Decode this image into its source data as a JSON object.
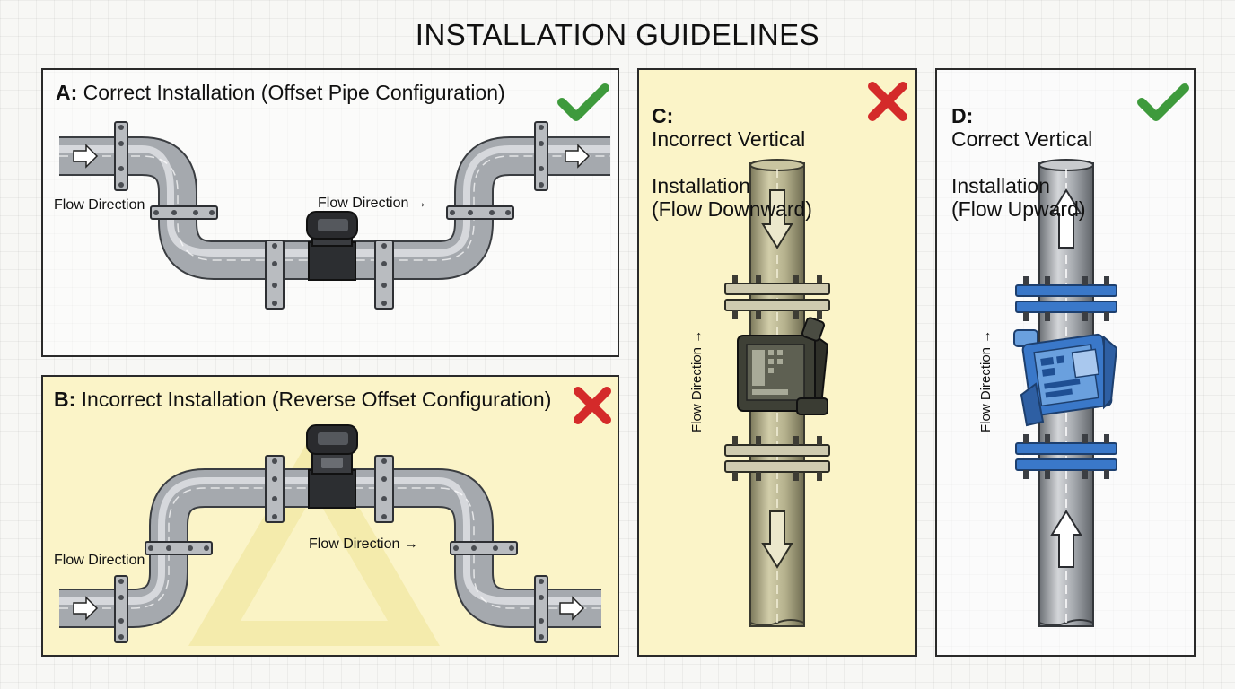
{
  "title": "INSTALLATION GUIDELINES",
  "panels": {
    "a": {
      "letter": "A:",
      "title": "Correct Installation (Offset Pipe Configuration)",
      "status": "correct",
      "flow_left": "Flow Direction",
      "flow_mid": "Flow Direction →"
    },
    "b": {
      "letter": "B:",
      "title": "Incorrect Installation (Reverse Offset Configuration)",
      "status": "incorrect",
      "flow_left": "Flow Direction",
      "flow_mid": "Flow Direction →"
    },
    "c": {
      "letter": "C:",
      "title_line1": "Incorrect Vertical",
      "title_rest": "Installation\n(Flow Downward)",
      "status": "incorrect",
      "flow": "Flow Direction →"
    },
    "d": {
      "letter": "D:",
      "title_line1": "Correct Vertical",
      "title_rest": "Installation\n(Flow Upward)",
      "status": "correct",
      "flow": "Flow Direction →"
    }
  },
  "colors": {
    "correct": "#3e9a3c",
    "incorrect": "#d42a2a",
    "warn_bg": "#fbf4c8",
    "pipe": "#9fa3a8",
    "pipe_c": "#b9b48e",
    "meter_blue": "#3a78c9"
  },
  "icons": [
    "check-icon",
    "cross-icon",
    "warning-triangle-icon",
    "flow-arrow-icon"
  ]
}
